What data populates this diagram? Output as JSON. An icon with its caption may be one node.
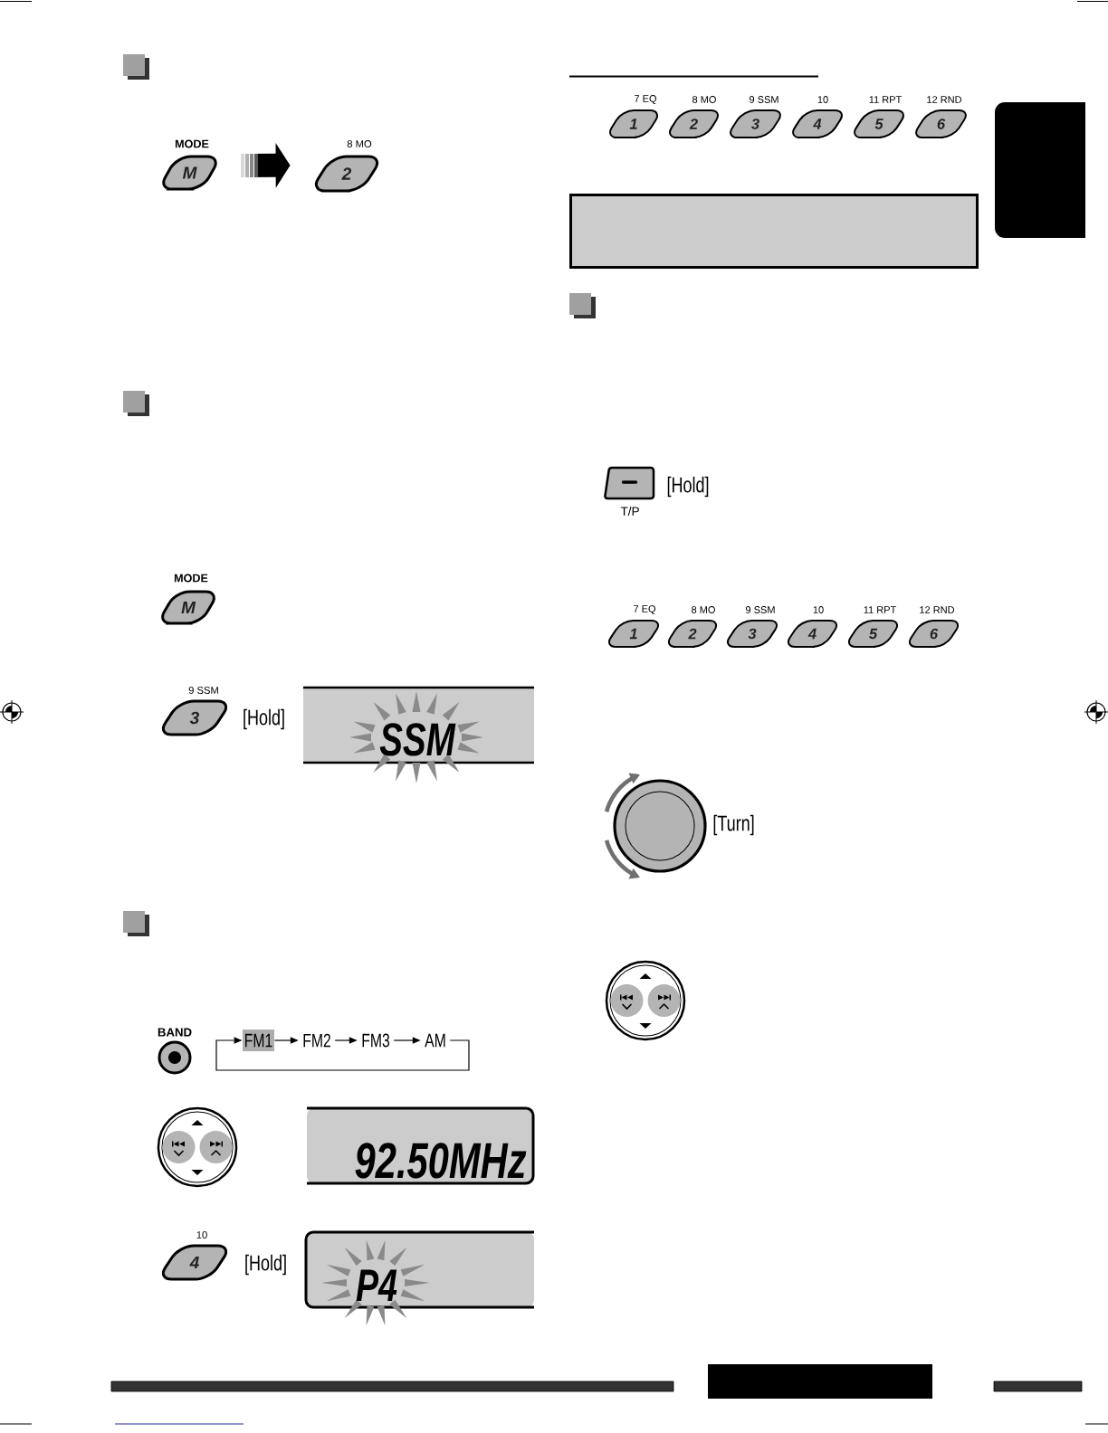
{
  "diagram": {
    "nodes": [
      {
        "text": [
          "MODE",
          "M"
        ]
      },
      {
        "text": [
          "8 MO",
          "2"
        ]
      },
      {
        "text": [
          "MODE",
          "M"
        ]
      },
      {
        "text": [
          "9 SSM",
          "3"
        ],
        "beside": [
          "[Hold]"
        ]
      },
      {
        "text": [
          "SSM"
        ]
      },
      {
        "text": [
          "BAND"
        ]
      },
      {
        "text": [
          "FM1"
        ]
      },
      {
        "text": [
          "FM2"
        ]
      },
      {
        "text": [
          "FM3"
        ]
      },
      {
        "text": [
          "AM"
        ]
      },
      {
        "text": [],
        "shape": "circle"
      },
      {
        "text": [
          "92.50MHz"
        ]
      },
      {
        "text": [
          "10",
          "4"
        ],
        "beside": [
          "[Hold]"
        ]
      },
      {
        "text": [
          "P4"
        ]
      },
      {
        "text": [
          "7 EQ",
          "1"
        ]
      },
      {
        "text": [
          "8 MO",
          "2"
        ]
      },
      {
        "text": [
          "9 SSM",
          "3"
        ]
      },
      {
        "text": [
          "10",
          "4"
        ]
      },
      {
        "text": [
          "11 RPT",
          "5"
        ]
      },
      {
        "text": [
          "12 RND",
          "6"
        ]
      },
      {
        "text": [],
        "shape": "box"
      },
      {
        "text": [
          "T/P"
        ],
        "beside": [
          "[Hold]"
        ]
      },
      {
        "text": [
          "7 EQ",
          "1"
        ]
      },
      {
        "text": [
          "8 MO",
          "2"
        ]
      },
      {
        "text": [
          "9 SSM",
          "3"
        ]
      },
      {
        "text": [
          "10",
          "4"
        ]
      },
      {
        "text": [
          "11 RPT",
          "5"
        ]
      },
      {
        "text": [
          "12 RND",
          "6"
        ]
      },
      {
        "text": [],
        "shape": "circle",
        "beside": [
          "[Turn]"
        ]
      },
      {
        "text": [],
        "shape": "circle"
      },
      {
        "text": [],
        "shape": "box"
      }
    ],
    "edges": [
      {
        "from": 0,
        "to": 1,
        "arrow": "to",
        "style": "thick"
      },
      {
        "from": 6,
        "to": 7,
        "arrow": "to"
      },
      {
        "from": 7,
        "to": 8,
        "arrow": "to"
      },
      {
        "from": 8,
        "to": 9,
        "arrow": "to"
      },
      {
        "from": 9,
        "to": 6,
        "arrow": "to"
      }
    ]
  }
}
